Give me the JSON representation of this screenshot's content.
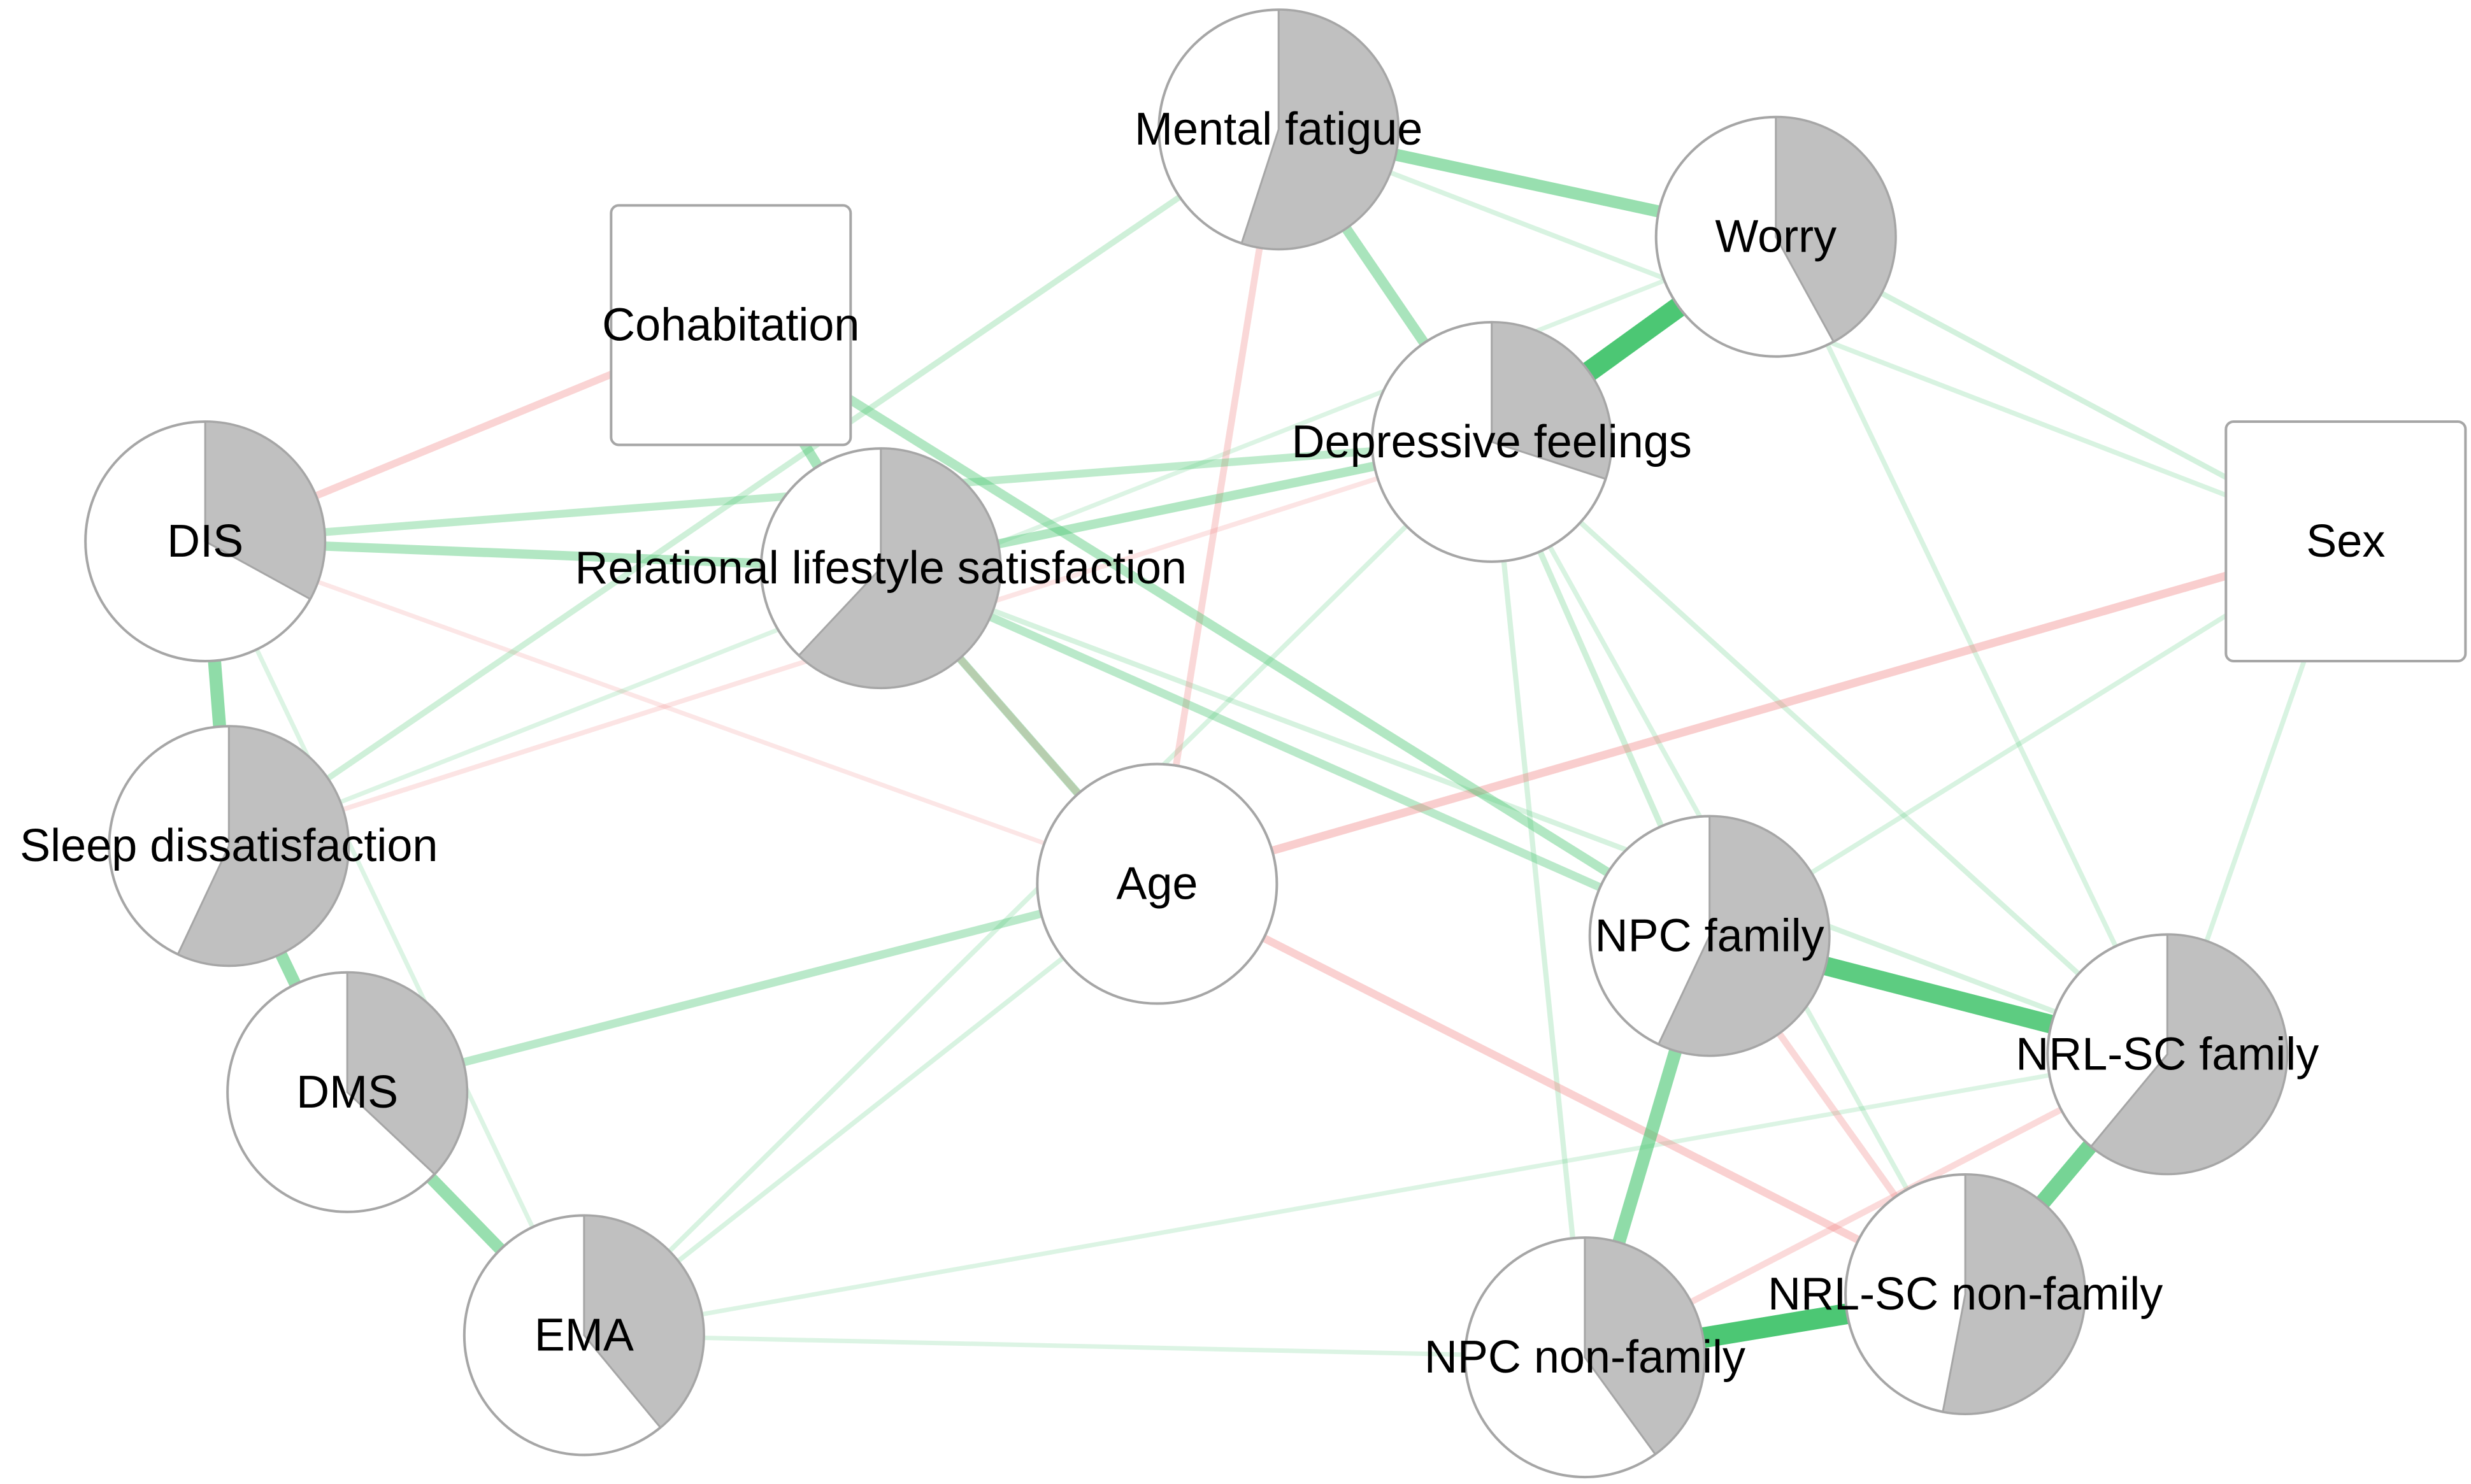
{
  "colors": {
    "positive_edge": "#4cc774",
    "negative_edge": "#f08080",
    "node_fill": "#ffffff",
    "node_border": "#a6a6a6",
    "pie_fill": "#c0c0c0"
  },
  "nodes": [
    {
      "id": "mental_fatigue",
      "label": "Mental fatigue",
      "shape": "pie",
      "pie": 0.55
    },
    {
      "id": "worry",
      "label": "Worry",
      "shape": "pie",
      "pie": 0.42
    },
    {
      "id": "depressive_feelings",
      "label": "Depressive feelings",
      "shape": "pie",
      "pie": 0.3
    },
    {
      "id": "cohabitation",
      "label": "Cohabitation",
      "shape": "square"
    },
    {
      "id": "dis",
      "label": "DIS",
      "shape": "pie",
      "pie": 0.33
    },
    {
      "id": "relational_lifestyle_satisfaction",
      "label": "Relational lifestyle satisfaction",
      "shape": "pie",
      "pie": 0.62
    },
    {
      "id": "sex",
      "label": "Sex",
      "shape": "square"
    },
    {
      "id": "sleep_dissatisfaction",
      "label": "Sleep dissatisfaction",
      "shape": "pie",
      "pie": 0.57
    },
    {
      "id": "age",
      "label": "Age",
      "shape": "circle"
    },
    {
      "id": "npc_family",
      "label": "NPC family",
      "shape": "pie",
      "pie": 0.57
    },
    {
      "id": "dms",
      "label": "DMS",
      "shape": "pie",
      "pie": 0.37
    },
    {
      "id": "nrl_sc_family",
      "label": "NRL-SC family",
      "shape": "pie",
      "pie": 0.61
    },
    {
      "id": "ema",
      "label": "EMA",
      "shape": "pie",
      "pie": 0.39
    },
    {
      "id": "nrl_sc_non_family",
      "label": "NRL-SC non-family",
      "shape": "pie",
      "pie": 0.53
    },
    {
      "id": "npc_non_family",
      "label": "NPC non-family",
      "shape": "pie",
      "pie": 0.4
    }
  ],
  "edges": [
    {
      "from": "depressive_feelings",
      "to": "worry",
      "sign": "positive",
      "weight": 0.95
    },
    {
      "from": "npc_non_family",
      "to": "nrl_sc_non_family",
      "sign": "positive",
      "weight": 0.95
    },
    {
      "from": "npc_family",
      "to": "nrl_sc_family",
      "sign": "positive",
      "weight": 0.85
    },
    {
      "from": "nrl_sc_family",
      "to": "nrl_sc_non_family",
      "sign": "positive",
      "weight": 0.7
    },
    {
      "from": "npc_family",
      "to": "npc_non_family",
      "sign": "positive",
      "weight": 0.55
    },
    {
      "from": "mental_fatigue",
      "to": "worry",
      "sign": "positive",
      "weight": 0.5
    },
    {
      "from": "dis",
      "to": "sleep_dissatisfaction",
      "sign": "positive",
      "weight": 0.55
    },
    {
      "from": "sleep_dissatisfaction",
      "to": "dms",
      "sign": "positive",
      "weight": 0.5
    },
    {
      "from": "dms",
      "to": "ema",
      "sign": "positive",
      "weight": 0.5
    },
    {
      "from": "mental_fatigue",
      "to": "depressive_feelings",
      "sign": "positive",
      "weight": 0.4
    },
    {
      "from": "dis",
      "to": "relational_lifestyle_satisfaction",
      "sign": "positive",
      "weight": 0.35
    },
    {
      "from": "relational_lifestyle_satisfaction",
      "to": "depressive_feelings",
      "sign": "positive",
      "weight": 0.35
    },
    {
      "from": "dis",
      "to": "depressive_feelings",
      "sign": "positive",
      "weight": 0.28
    },
    {
      "from": "cohabitation",
      "to": "npc_family",
      "sign": "positive",
      "weight": 0.35
    },
    {
      "from": "relational_lifestyle_satisfaction",
      "to": "npc_family",
      "sign": "positive",
      "weight": 0.3
    },
    {
      "from": "cohabitation",
      "to": "relational_lifestyle_satisfaction",
      "sign": "positive",
      "weight": 0.4
    },
    {
      "from": "relational_lifestyle_satisfaction",
      "to": "age",
      "sign": "positive",
      "weight": 0.3
    },
    {
      "from": "dms",
      "to": "age",
      "sign": "positive",
      "weight": 0.3
    },
    {
      "from": "sleep_dissatisfaction",
      "to": "mental_fatigue",
      "sign": "positive",
      "weight": 0.18
    },
    {
      "from": "sex",
      "to": "age",
      "sign": "negative",
      "weight": 0.3
    },
    {
      "from": "age",
      "to": "nrl_sc_non_family",
      "sign": "negative",
      "weight": 0.28
    },
    {
      "from": "dis",
      "to": "cohabitation",
      "sign": "negative",
      "weight": 0.25
    },
    {
      "from": "mental_fatigue",
      "to": "age",
      "sign": "negative",
      "weight": 0.22
    },
    {
      "from": "relational_lifestyle_satisfaction",
      "to": "age",
      "sign": "negative",
      "weight": 0.25
    },
    {
      "from": "npc_family",
      "to": "nrl_sc_non_family",
      "sign": "negative",
      "weight": 0.22
    },
    {
      "from": "npc_non_family",
      "to": "nrl_sc_family",
      "sign": "negative",
      "weight": 0.2
    },
    {
      "from": "sleep_dissatisfaction",
      "to": "depressive_feelings",
      "sign": "negative",
      "weight": 0.12
    },
    {
      "from": "dis",
      "to": "age",
      "sign": "negative",
      "weight": 0.1
    },
    {
      "from": "worry",
      "to": "sex",
      "sign": "positive",
      "weight": 0.15
    },
    {
      "from": "mental_fatigue",
      "to": "sex",
      "sign": "positive",
      "weight": 0.12
    },
    {
      "from": "worry",
      "to": "nrl_sc_family",
      "sign": "positive",
      "weight": 0.12
    },
    {
      "from": "depressive_feelings",
      "to": "npc_family",
      "sign": "positive",
      "weight": 0.18
    },
    {
      "from": "depressive_feelings",
      "to": "npc_non_family",
      "sign": "positive",
      "weight": 0.14
    },
    {
      "from": "depressive_feelings",
      "to": "nrl_sc_family",
      "sign": "positive",
      "weight": 0.14
    },
    {
      "from": "depressive_feelings",
      "to": "nrl_sc_non_family",
      "sign": "positive",
      "weight": 0.12
    },
    {
      "from": "depressive_feelings",
      "to": "ema",
      "sign": "positive",
      "weight": 0.12
    },
    {
      "from": "relational_lifestyle_satisfaction",
      "to": "nrl_sc_family",
      "sign": "positive",
      "weight": 0.14
    },
    {
      "from": "sex",
      "to": "npc_family",
      "sign": "positive",
      "weight": 0.12
    },
    {
      "from": "sex",
      "to": "nrl_sc_family",
      "sign": "positive",
      "weight": 0.12
    },
    {
      "from": "age",
      "to": "ema",
      "sign": "positive",
      "weight": 0.12
    },
    {
      "from": "ema",
      "to": "nrl_sc_family",
      "sign": "positive",
      "weight": 0.1
    },
    {
      "from": "ema",
      "to": "npc_non_family",
      "sign": "positive",
      "weight": 0.1
    },
    {
      "from": "dis",
      "to": "ema",
      "sign": "positive",
      "weight": 0.1
    },
    {
      "from": "sleep_dissatisfaction",
      "to": "worry",
      "sign": "positive",
      "weight": 0.1
    }
  ]
}
